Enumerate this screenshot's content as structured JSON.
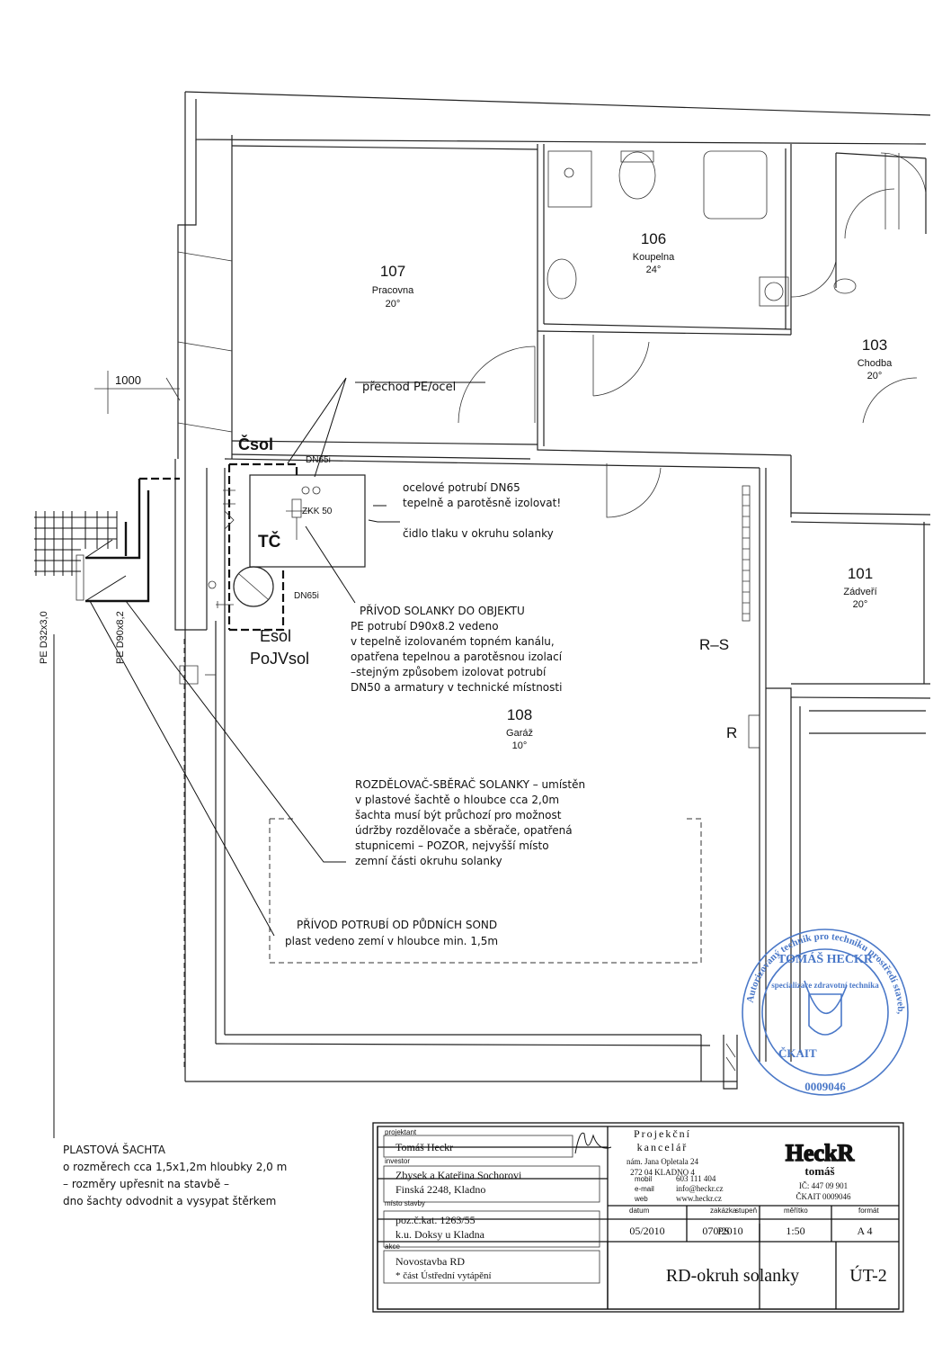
{
  "rooms": [
    {
      "number": "107",
      "name": "Pracovna",
      "temp": "20°"
    },
    {
      "number": "106",
      "name": "Koupelna",
      "temp": "24°"
    },
    {
      "number": "103",
      "name": "Chodba",
      "temp": "20°"
    },
    {
      "number": "101",
      "name": "Zádveří",
      "temp": "20°"
    },
    {
      "number": "108",
      "name": "Garáž",
      "temp": "10°"
    }
  ],
  "dimension": "1000",
  "equipment": {
    "tc": "TČ",
    "csol": "Čsol",
    "esol": "Esol",
    "pojvsol": "PoJVsol",
    "dn65_top": "DN65i",
    "dn65_bottom": "DN65i",
    "zkk": "ZKK 50",
    "rs": "R–S",
    "r": "R",
    "pe_d32": "PE D32x3,0",
    "pe_d90": "PE D90x8,2"
  },
  "notes": {
    "prechod": "přechod PE/ocel",
    "ocel": [
      "ocelové potrubí DN65",
      "tepelně a parotěsně izolovat!"
    ],
    "cidlo": "čidlo tlaku v okruhu solanky",
    "privod_solanky": [
      "PŘÍVOD SOLANKY DO OBJEKTU",
      "PE potrubí D90x8.2 vedeno",
      "v tepelně izolovaném topném kanálu,",
      "opatřena tepelnou a parotěsnou izolací",
      "–stejným způsobem izolovat potrubí",
      "DN50 a armatury v technické místnosti"
    ],
    "rozdelovac": [
      "ROZDĚLOVAČ-SBĚRAČ SOLANKY – umístěn",
      "v plastové šachtě o hloubce cca 2,0m",
      "šachta musí být průchozí pro možnost",
      "údržby rozdělovače a sběrače, opatřená",
      "stupnicemi – POZOR, nejvyšší místo",
      "zemní části okruhu solanky"
    ],
    "privod_potrubi": [
      "PŘÍVOD POTRUBÍ OD PŮDNÍCH SOND",
      "plast vedeno zemí v hloubce min. 1,5m"
    ],
    "sachta": [
      "PLASTOVÁ ŠACHTA",
      "o rozměrech cca 1,5x1,2m hloubky 2,0 m",
      "– rozměry upřesnit na stavbě –",
      "dno šachty odvodnit a vysypat štěrkem"
    ]
  },
  "title_block": {
    "lbl_projektant": "projektant",
    "projektant": "Tomáš Heckr",
    "lbl_investor": "investor",
    "investor_1": "Zbysek a Kateřina Sochorovi",
    "investor_2": "Finská 2248, Kladno",
    "lbl_misto": "místo stavby",
    "misto_1": "poz.č.kat. 1263/55",
    "misto_2": "k.u. Doksy u Kladna",
    "lbl_akce": "akce",
    "akce_1": "Novostavba RD",
    "akce_2": "* část Ústřední vytápění",
    "office_1": "Projekční",
    "office_2": "kancelář",
    "addr_1": "nám. Jana Opletala 24",
    "addr_2": "272 04   KLADNO 4",
    "lbl_mobil": "mobil",
    "lbl_email": "e-mail",
    "lbl_web": "web",
    "mobil": "603 111 404",
    "email": "info@heckr.cz",
    "web": "www.heckr.cz",
    "logo": "HeckR",
    "logo_sub": "tomáš",
    "ic": "IČ: 447 09 901",
    "ckait": "ČKAIT 0009046",
    "lbl_datum": "datum",
    "lbl_zakazka": "zakázka",
    "lbl_stupen": "stupeň",
    "lbl_meritko": "měřítko",
    "lbl_format": "formát",
    "datum": "05/2010",
    "zakazka": "070/2010",
    "stupen": "PS",
    "meritko": "1:50",
    "format": "A 4",
    "title": "RD-okruh solanky",
    "code": "ÚT-2",
    "signature": "Heckr"
  },
  "stamp": {
    "name": "TOMÁŠ HECKR",
    "ring_1": "Autorizovaný technik pro techniku prostředí staveb,",
    "ring_2": "specializace zdravotní technika",
    "ckait": "ČKAIT",
    "number": "0009046"
  },
  "colors": {
    "stamp": "#4a78c8",
    "line": "#111111"
  }
}
